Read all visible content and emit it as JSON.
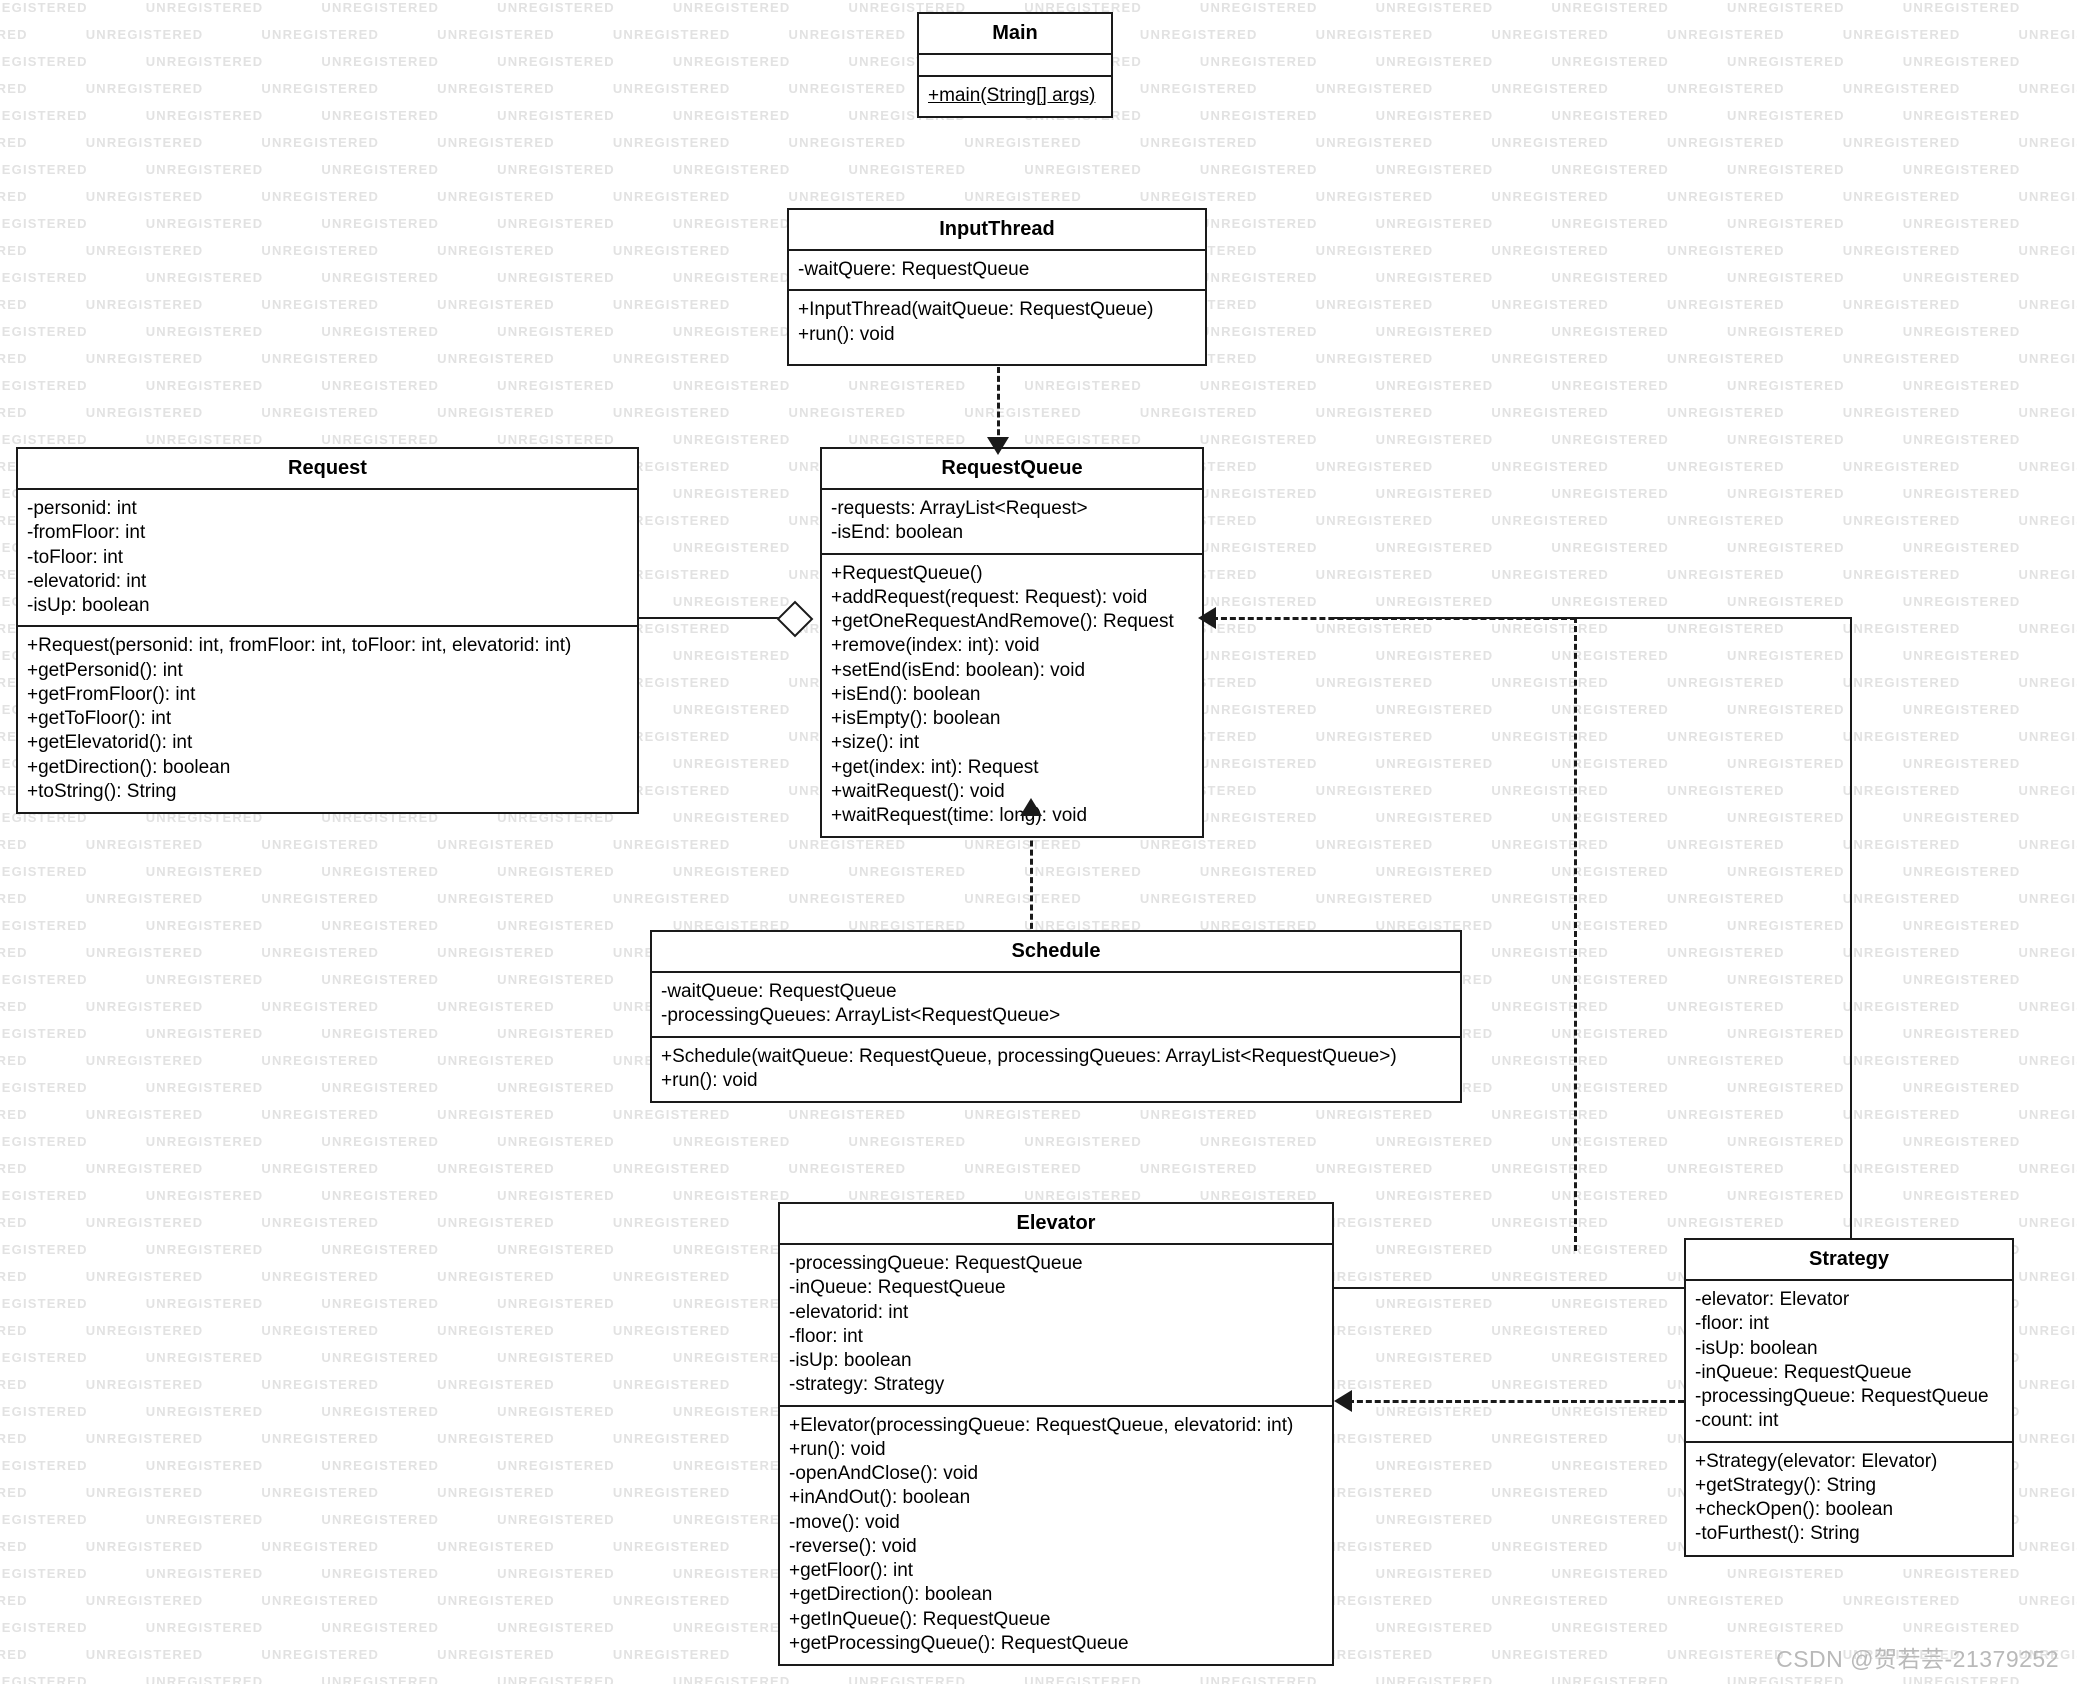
{
  "diagram": {
    "type": "uml-class-diagram",
    "title": "Elevator System Class Diagram",
    "credit": "CSDN @贺若芸-21379252",
    "watermark_text": "UNREGISTERED",
    "colors": {
      "background": "#ffffff",
      "stroke": "#1a1a1a",
      "box_fill": "#ffffff",
      "watermark": "#e2e2e2",
      "credit": "#b9b9b9"
    }
  },
  "classes": {
    "main": {
      "name": "Main",
      "attributes": [],
      "operations": [
        {
          "text": "+main(String[] args)",
          "static": true
        }
      ]
    },
    "input_thread": {
      "name": "InputThread",
      "attributes": [
        {
          "text": "-waitQuere: RequestQueue"
        }
      ],
      "operations": [
        {
          "text": "+InputThread(waitQueue: RequestQueue)"
        },
        {
          "text": "+run(): void"
        }
      ]
    },
    "request": {
      "name": "Request",
      "attributes": [
        {
          "text": "-personid: int"
        },
        {
          "text": "-fromFloor: int"
        },
        {
          "text": "-toFloor: int"
        },
        {
          "text": "-elevatorid: int"
        },
        {
          "text": "-isUp: boolean"
        }
      ],
      "operations": [
        {
          "text": "+Request(personid: int, fromFloor: int, toFloor: int, elevatorid: int)"
        },
        {
          "text": "+getPersonid(): int"
        },
        {
          "text": "+getFromFloor(): int"
        },
        {
          "text": "+getToFloor(): int"
        },
        {
          "text": "+getElevatorid(): int"
        },
        {
          "text": "+getDirection(): boolean"
        },
        {
          "text": "+toString(): String"
        }
      ]
    },
    "request_queue": {
      "name": "RequestQueue",
      "attributes": [
        {
          "text": "-requests: ArrayList<Request>"
        },
        {
          "text": "-isEnd: boolean"
        }
      ],
      "operations": [
        {
          "text": "+RequestQueue()"
        },
        {
          "text": "+addRequest(request: Request): void"
        },
        {
          "text": "+getOneRequestAndRemove(): Request"
        },
        {
          "text": "+remove(index: int): void"
        },
        {
          "text": "+setEnd(isEnd: boolean): void"
        },
        {
          "text": "+isEnd(): boolean"
        },
        {
          "text": "+isEmpty(): boolean"
        },
        {
          "text": "+size(): int"
        },
        {
          "text": "+get(index: int): Request"
        },
        {
          "text": "+waitRequest(): void"
        },
        {
          "text": "+waitRequest(time: long): void"
        }
      ]
    },
    "schedule": {
      "name": "Schedule",
      "attributes": [
        {
          "text": "-waitQueue: RequestQueue"
        },
        {
          "text": "-processingQueues: ArrayList<RequestQueue>"
        }
      ],
      "operations": [
        {
          "text": "+Schedule(waitQueue: RequestQueue, processingQueues: ArrayList<RequestQueue>)"
        },
        {
          "text": "+run(): void"
        }
      ]
    },
    "elevator": {
      "name": "Elevator",
      "attributes": [
        {
          "text": "-processingQueue: RequestQueue"
        },
        {
          "text": "-inQueue: RequestQueue"
        },
        {
          "text": "-elevatorid: int"
        },
        {
          "text": "-floor: int"
        },
        {
          "text": "-isUp: boolean"
        },
        {
          "text": "-strategy: Strategy"
        }
      ],
      "operations": [
        {
          "text": "+Elevator(processingQueue: RequestQueue, elevatorid: int)"
        },
        {
          "text": "+run(): void"
        },
        {
          "text": "-openAndClose(): void"
        },
        {
          "text": "+inAndOut(): boolean"
        },
        {
          "text": "-move(): void"
        },
        {
          "text": "-reverse(): void"
        },
        {
          "text": "+getFloor(): int"
        },
        {
          "text": "+getDirection(): boolean"
        },
        {
          "text": "+getInQueue(): RequestQueue"
        },
        {
          "text": "+getProcessingQueue(): RequestQueue"
        }
      ]
    },
    "strategy": {
      "name": "Strategy",
      "attributes": [
        {
          "text": "-elevator: Elevator"
        },
        {
          "text": "-floor: int"
        },
        {
          "text": "-isUp: boolean"
        },
        {
          "text": "-inQueue: RequestQueue"
        },
        {
          "text": "-processingQueue: RequestQueue"
        },
        {
          "text": "-count: int"
        }
      ],
      "operations": [
        {
          "text": "+Strategy(elevator: Elevator)"
        },
        {
          "text": "+getStrategy(): String"
        },
        {
          "text": "+checkOpen(): boolean"
        },
        {
          "text": "-toFurthest(): String"
        }
      ]
    }
  },
  "relationships": [
    {
      "from": "InputThread",
      "to": "RequestQueue",
      "kind": "dependency",
      "style": "dashed-open-arrow"
    },
    {
      "from": "Request",
      "to": "RequestQueue",
      "kind": "aggregation",
      "style": "solid-open-diamond"
    },
    {
      "from": "Schedule",
      "to": "RequestQueue",
      "kind": "dependency",
      "style": "dashed-open-arrow"
    },
    {
      "from": "Strategy",
      "to": "RequestQueue",
      "kind": "dependency",
      "style": "dashed-open-arrow"
    },
    {
      "from": "Strategy",
      "to": "Elevator",
      "kind": "dependency",
      "style": "dashed-open-arrow"
    },
    {
      "from": "Elevator",
      "to": "Strategy",
      "kind": "association",
      "style": "solid"
    }
  ]
}
